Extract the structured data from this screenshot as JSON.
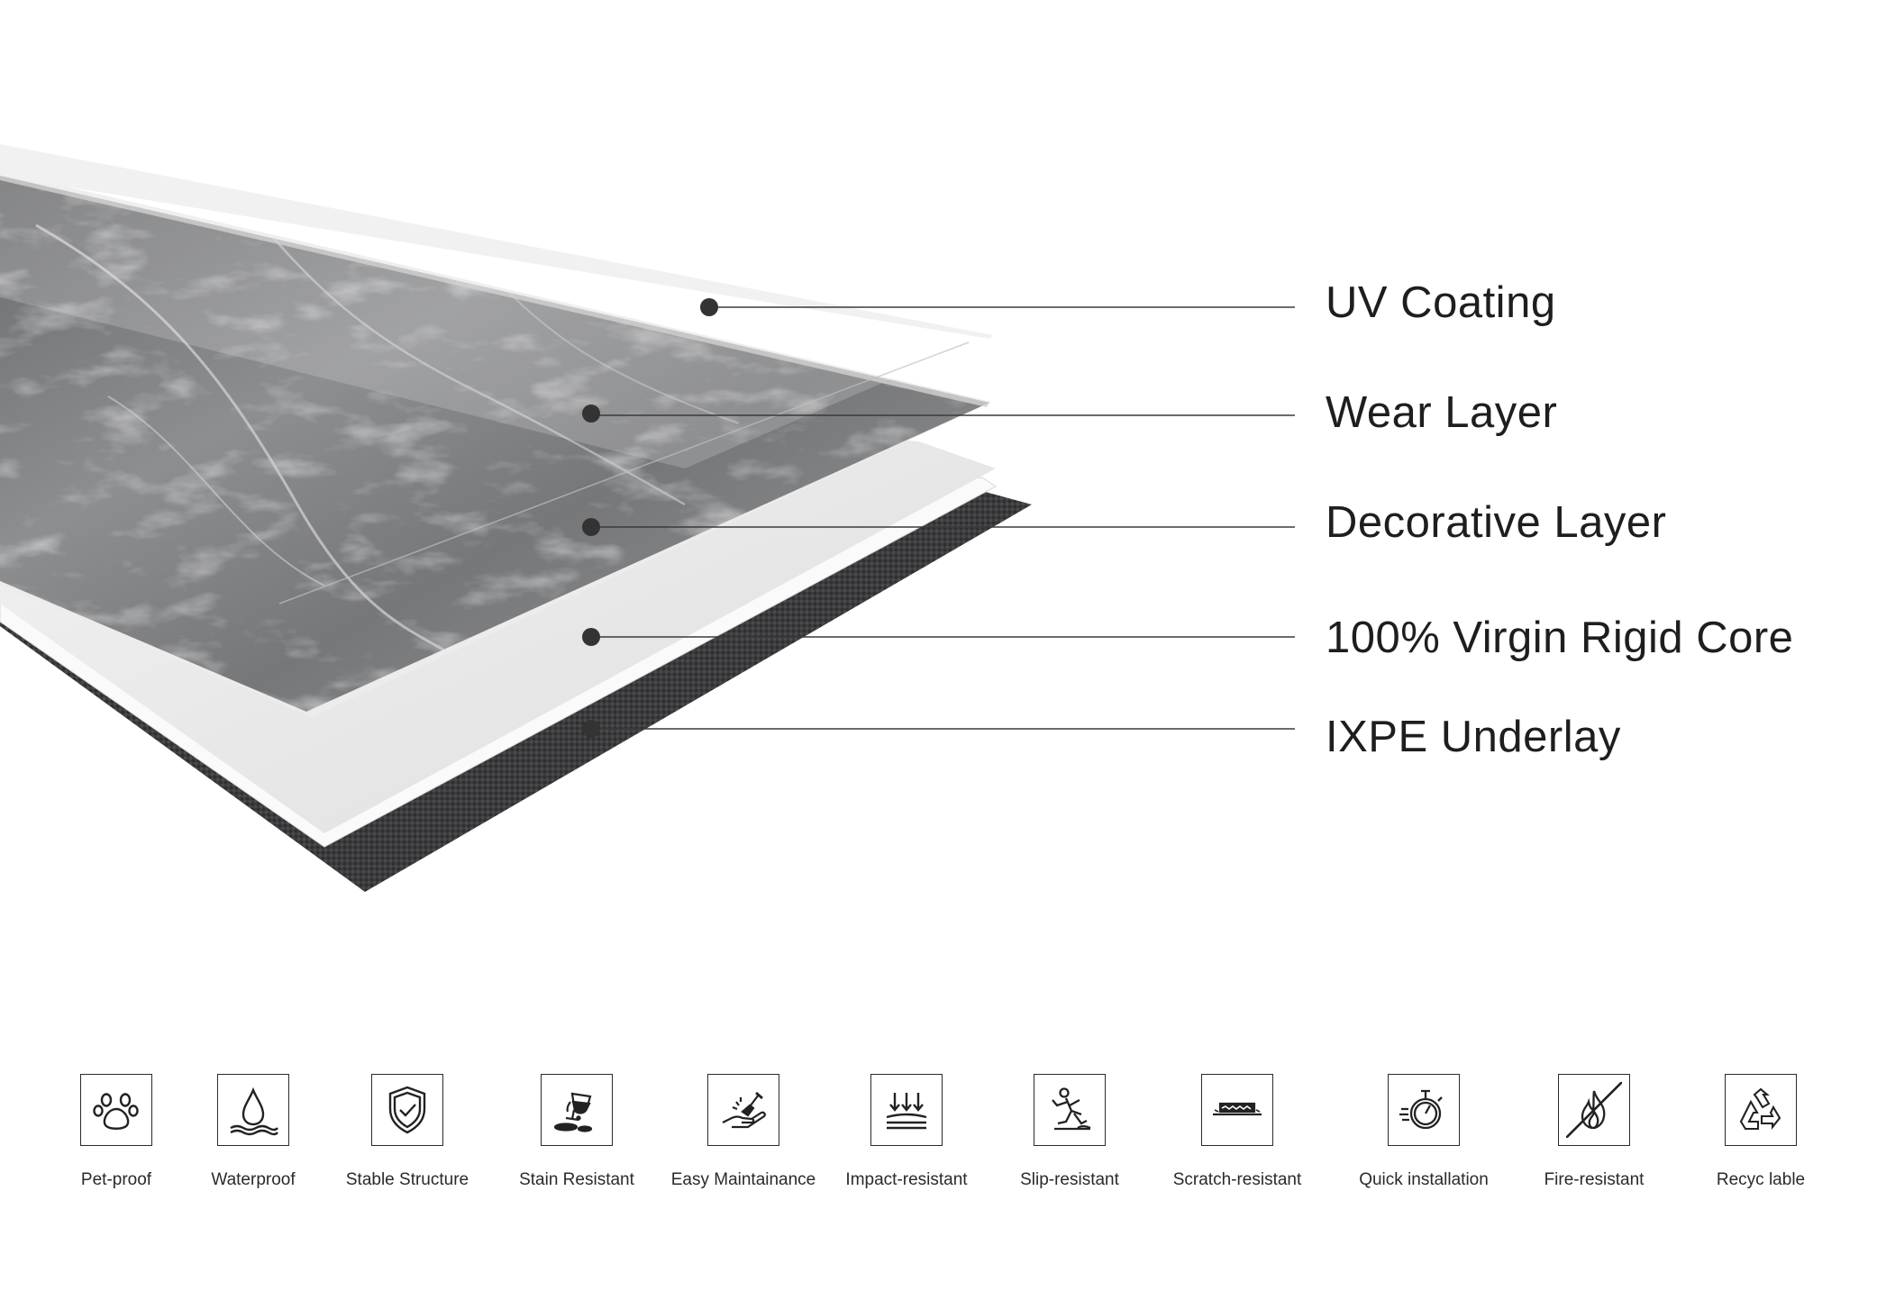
{
  "layers": [
    {
      "name": "uv-coating",
      "label": "UV Coating"
    },
    {
      "name": "wear-layer",
      "label": "Wear Layer"
    },
    {
      "name": "decorative-layer",
      "label": "Decorative Layer"
    },
    {
      "name": "rigid-core",
      "label": "100% Virgin Rigid Core"
    },
    {
      "name": "ixpe-underlay",
      "label": "IXPE Underlay"
    }
  ],
  "features": [
    {
      "icon": "paw-icon",
      "label": "Pet-proof"
    },
    {
      "icon": "water-drop-icon",
      "label": "Waterproof"
    },
    {
      "icon": "shield-check-icon",
      "label": "Stable Structure"
    },
    {
      "icon": "wine-spill-icon",
      "label": "Stain Resistant"
    },
    {
      "icon": "hand-broom-icon",
      "label": "Easy Maintainance"
    },
    {
      "icon": "impact-arrows-icon",
      "label": "Impact-resistant"
    },
    {
      "icon": "slipping-person-icon",
      "label": "Slip-resistant"
    },
    {
      "icon": "scratch-surface-icon",
      "label": "Scratch-resistant"
    },
    {
      "icon": "stopwatch-icon",
      "label": "Quick installation"
    },
    {
      "icon": "no-fire-icon",
      "label": "Fire-resistant"
    },
    {
      "icon": "recycle-icon",
      "label": "Recyc lable"
    }
  ],
  "colors": {
    "marble_dark": "#5e5f61",
    "marble_light": "#a3a4a6",
    "white_layer": "#f4f4f4",
    "underlay": "#3a3a3c",
    "leader_line": "#3a3a3a",
    "dot": "#333333"
  }
}
